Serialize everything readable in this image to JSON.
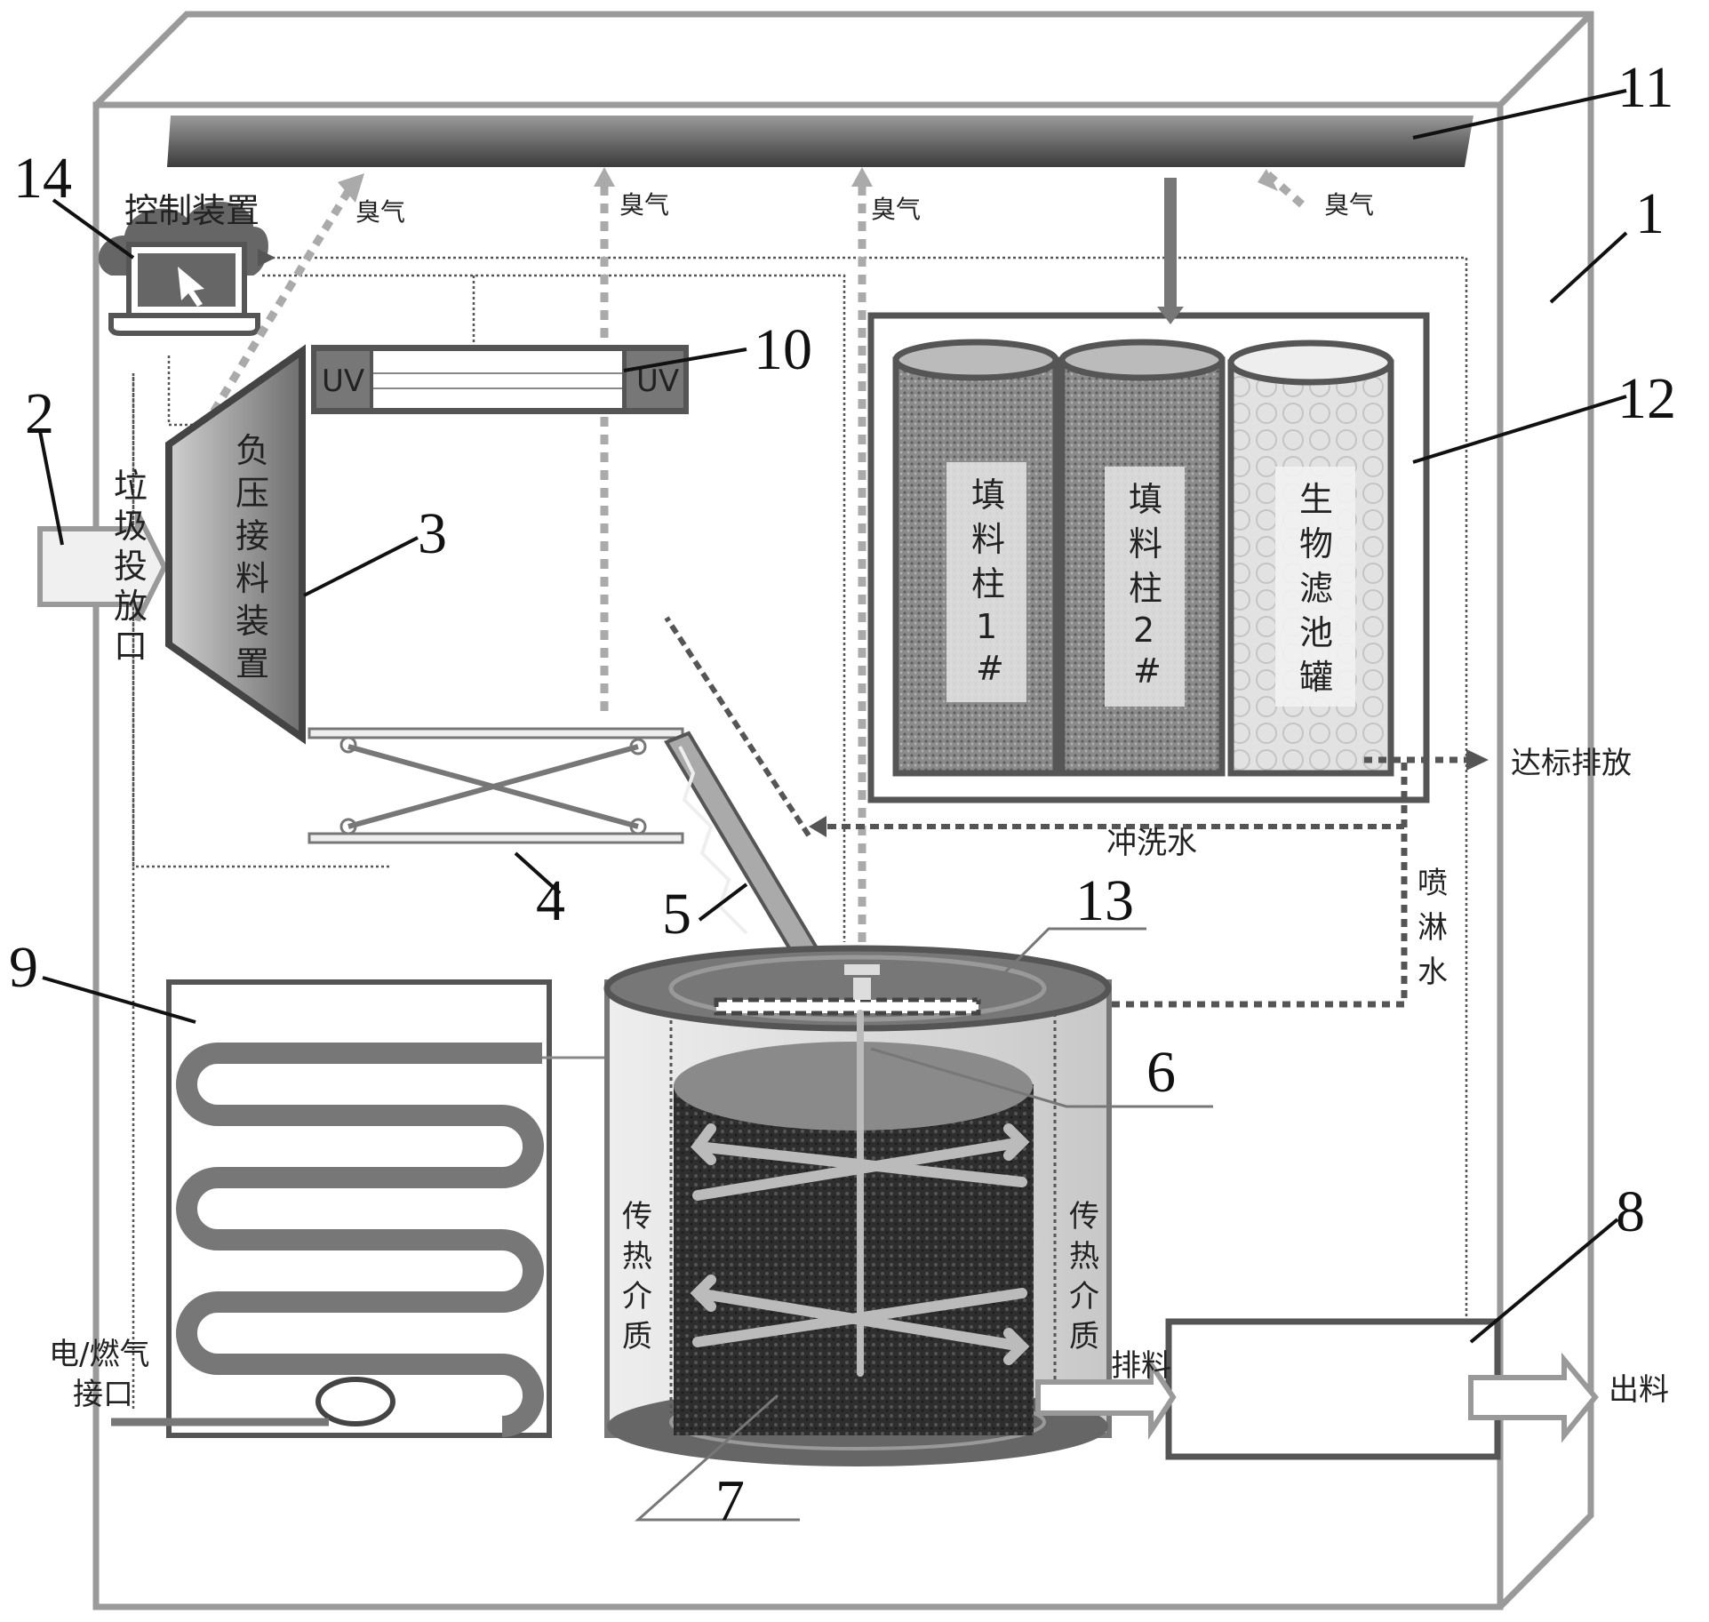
{
  "title": "Kitchen waste treatment equipment schematic",
  "components": [
    {
      "number": "1",
      "name": "housing"
    },
    {
      "number": "2",
      "name": "waste-inlet",
      "label": "垃圾投放口"
    },
    {
      "number": "3",
      "name": "negative-pressure-receiver",
      "label": "负压接料装置"
    },
    {
      "number": "4",
      "name": "scissor-lift"
    },
    {
      "number": "5",
      "name": "screw-conveyor"
    },
    {
      "number": "6",
      "name": "reactor-vessel"
    },
    {
      "number": "7",
      "name": "agitator"
    },
    {
      "number": "8",
      "name": "discharge-unit"
    },
    {
      "number": "9",
      "name": "heater"
    },
    {
      "number": "10",
      "name": "uv-lamp"
    },
    {
      "number": "11",
      "name": "gas-collection-hood"
    },
    {
      "number": "12",
      "name": "deodorization-unit"
    },
    {
      "number": "13",
      "name": "spray-unit"
    },
    {
      "number": "14",
      "name": "control-device",
      "label": "控制装置"
    }
  ],
  "labels": {
    "control": "控制装置",
    "inlet_chars": [
      "垃",
      "圾",
      "投",
      "放",
      "口"
    ],
    "receiver_chars": [
      "负",
      "压",
      "接",
      "料",
      "装",
      "置"
    ],
    "odor": "臭气",
    "uv": "UV",
    "col1_chars": [
      "填",
      "料",
      "柱",
      "1",
      "#"
    ],
    "col2_chars": [
      "填",
      "料",
      "柱",
      "2",
      "#"
    ],
    "bio_chars": [
      "生",
      "物",
      "滤",
      "池",
      "罐"
    ],
    "discharge_ok": "达标排放",
    "flush_water": "冲洗水",
    "spray_chars": [
      "喷",
      "淋",
      "水"
    ],
    "medium_chars": [
      "传",
      "热",
      "介",
      "质"
    ],
    "power_line1": "电/燃气",
    "power_line2": "接口",
    "discharge": "排料",
    "output": "出料"
  }
}
